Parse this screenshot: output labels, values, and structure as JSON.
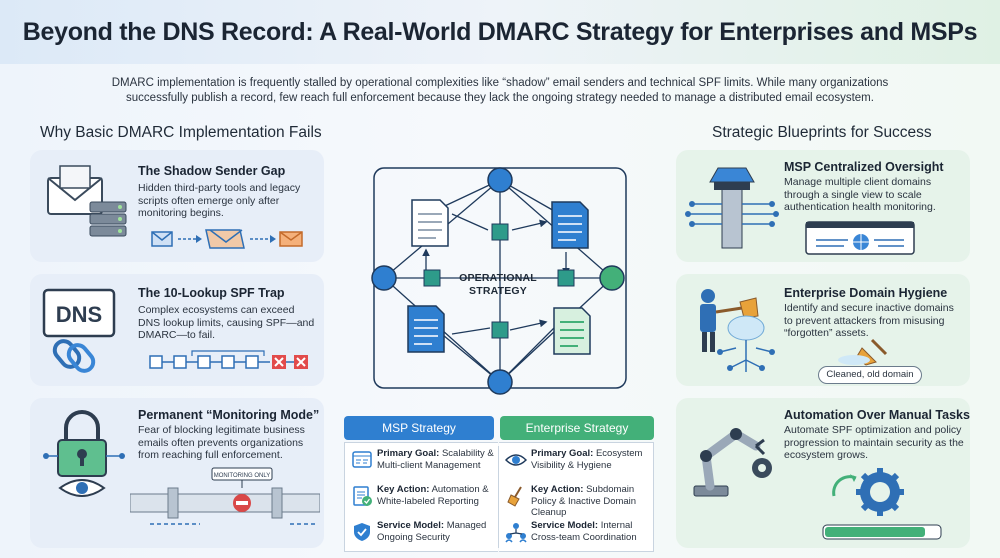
{
  "title": "Beyond the DNS Record: A Real-World DMARC Strategy for Enterprises and MSPs",
  "intro": "DMARC implementation is frequently stalled by operational complexities like “shadow” email senders and technical SPF limits. While many organizations successfully publish a record, few reach full enforcement because they lack the ongoing strategy needed to manage a distributed email ecosystem.",
  "left_heading": "Why Basic DMARC Implementation Fails",
  "right_heading": "Strategic Blueprints for Success",
  "left_cards": [
    {
      "title": "The Shadow Sender Gap",
      "body": "Hidden third-party tools and legacy scripts often emerge only after monitoring begins."
    },
    {
      "title": "The 10-Lookup SPF Trap",
      "body": "Complex ecosystems can exceed DNS lookup limits, causing SPF—and DMARC—to fail."
    },
    {
      "title": "Permanent “Monitoring Mode”",
      "body": "Fear of blocking legitimate business emails often prevents organizations from reaching full enforcement."
    }
  ],
  "dns_label": "DNS",
  "monitoring_label": "MONITORING ONLY",
  "right_cards": [
    {
      "title": "MSP Centralized Oversight",
      "body": "Manage multiple client domains through a single view to scale authentication health monitoring."
    },
    {
      "title": "Enterprise Domain Hygiene",
      "body": "Identify and secure inactive domains to prevent attackers from misusing “forgotten” assets."
    },
    {
      "title": "Automation Over Manual Tasks",
      "body": "Automate SPF optimization and policy progression to maintain security as the ecosystem grows."
    }
  ],
  "cleaned_label": "Cleaned, old domain",
  "center_label": "OPERATIONAL STRATEGY",
  "msp": {
    "tab": "MSP Strategy",
    "rows": [
      {
        "key": "Primary Goal:",
        "val": "Scalability & Multi-client Management"
      },
      {
        "key": "Key Action:",
        "val": "Automation & White-labeled Reporting"
      },
      {
        "key": "Service Model:",
        "val": "Managed Ongoing Security"
      }
    ]
  },
  "enterprise": {
    "tab": "Enterprise Strategy",
    "rows": [
      {
        "key": "Primary Goal:",
        "val": "Ecosystem Visibility & Hygiene"
      },
      {
        "key": "Key Action:",
        "val": "Subdomain Policy & Inactive Domain Cleanup"
      },
      {
        "key": "Service Model:",
        "val": "Internal Cross-team Coordination"
      }
    ]
  },
  "colors": {
    "blue": "#2f7fd0",
    "green": "#43b079",
    "teal": "#2e9b8a",
    "navy": "#1f3a5c"
  }
}
